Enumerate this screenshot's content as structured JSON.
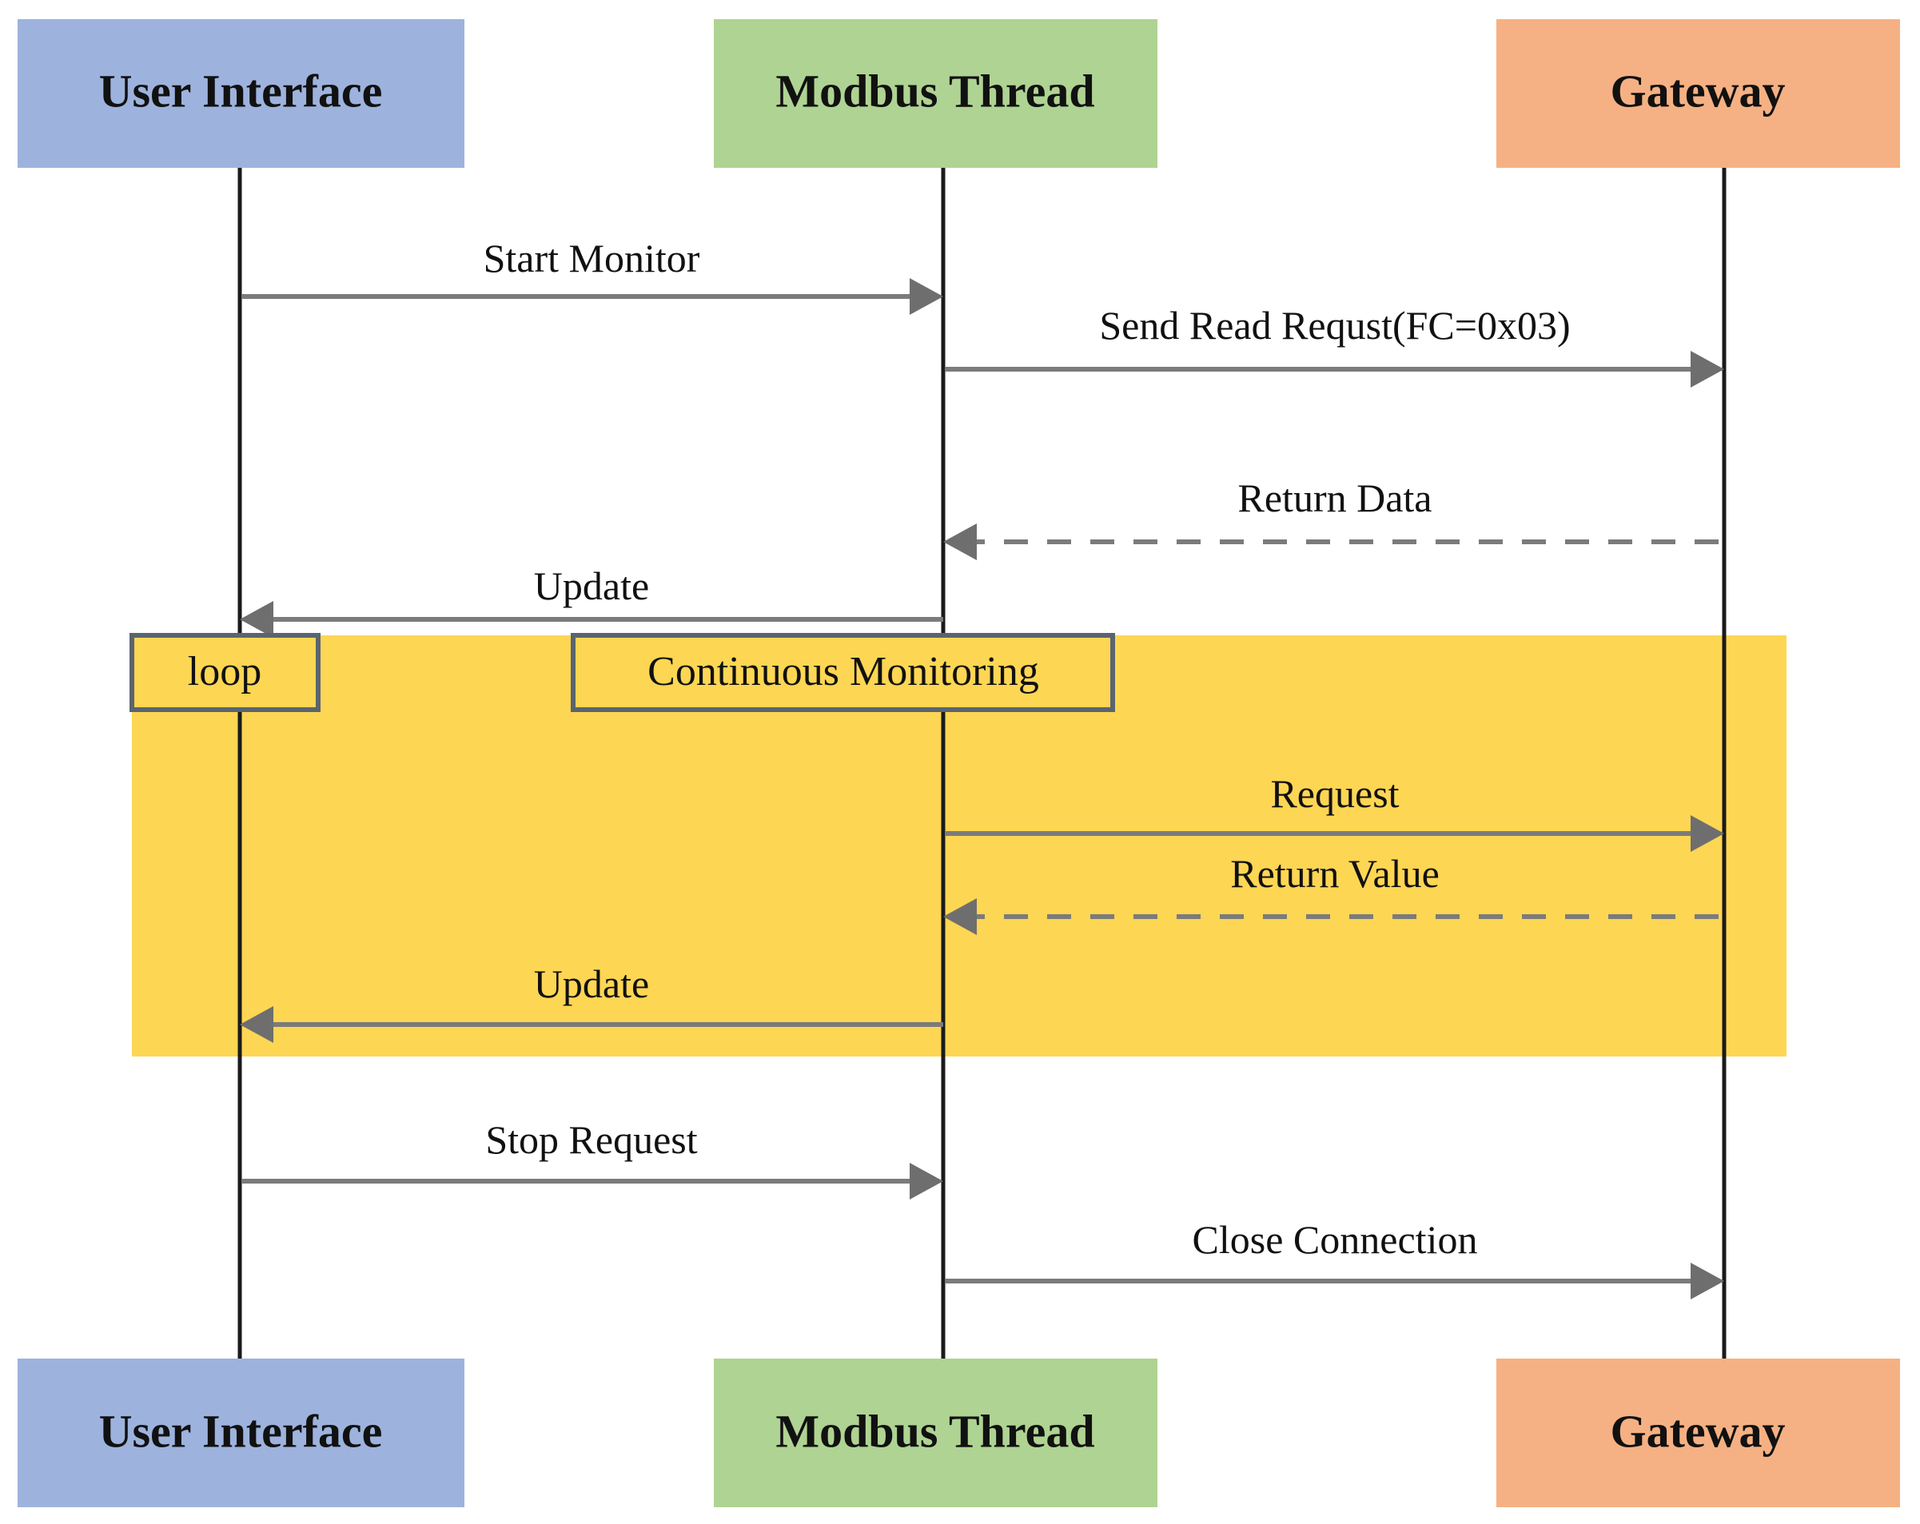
{
  "diagram": {
    "type": "uml-sequence-diagram",
    "title": "",
    "colors": {
      "user_interface": "#9DB3DD",
      "modbus_thread": "#AFD392",
      "gateway": "#F5B183",
      "loop_fragment": "#FDD653",
      "lifeline": "#1a1a1a",
      "arrow": "#7b7b7b",
      "label_box_border": "#5a6470",
      "text": "#111111",
      "background": "#ffffff"
    },
    "participants": [
      {
        "id": "ui",
        "label": "User Interface",
        "color": "#9DB3DD"
      },
      {
        "id": "modbus",
        "label": "Modbus Thread",
        "color": "#AFD392"
      },
      {
        "id": "gateway",
        "label": "Gateway",
        "color": "#F5B183"
      }
    ],
    "messages": [
      {
        "order": 1,
        "label": "Start Monitor",
        "from": "ui",
        "to": "modbus",
        "style": "solid",
        "direction": "right"
      },
      {
        "order": 2,
        "label": "Send Read Requst(FC=0x03)",
        "from": "modbus",
        "to": "gateway",
        "style": "solid",
        "direction": "right"
      },
      {
        "order": 3,
        "label": "Return Data",
        "from": "gateway",
        "to": "modbus",
        "style": "dashed",
        "direction": "left"
      },
      {
        "order": 4,
        "label": "Update",
        "from": "modbus",
        "to": "ui",
        "style": "solid",
        "direction": "left"
      },
      {
        "order": 5,
        "label": "Request",
        "from": "modbus",
        "to": "gateway",
        "style": "solid",
        "direction": "right",
        "inside_fragment": true
      },
      {
        "order": 6,
        "label": "Return Value",
        "from": "gateway",
        "to": "modbus",
        "style": "dashed",
        "direction": "left",
        "inside_fragment": true
      },
      {
        "order": 7,
        "label": "Update",
        "from": "modbus",
        "to": "ui",
        "style": "solid",
        "direction": "left",
        "inside_fragment": true
      },
      {
        "order": 8,
        "label": "Stop Request",
        "from": "ui",
        "to": "modbus",
        "style": "solid",
        "direction": "right"
      },
      {
        "order": 9,
        "label": "Close Connection",
        "from": "modbus",
        "to": "gateway",
        "style": "solid",
        "direction": "right"
      }
    ],
    "fragment": {
      "operator": "loop",
      "guard": "Continuous Monitoring",
      "color": "#FDD653"
    },
    "footer_participants": [
      {
        "id": "ui",
        "label": "User Interface",
        "color": "#9DB3DD"
      },
      {
        "id": "modbus",
        "label": "Modbus Thread",
        "color": "#AFD392"
      },
      {
        "id": "gateway",
        "label": "Gateway",
        "color": "#F5B183"
      }
    ]
  }
}
